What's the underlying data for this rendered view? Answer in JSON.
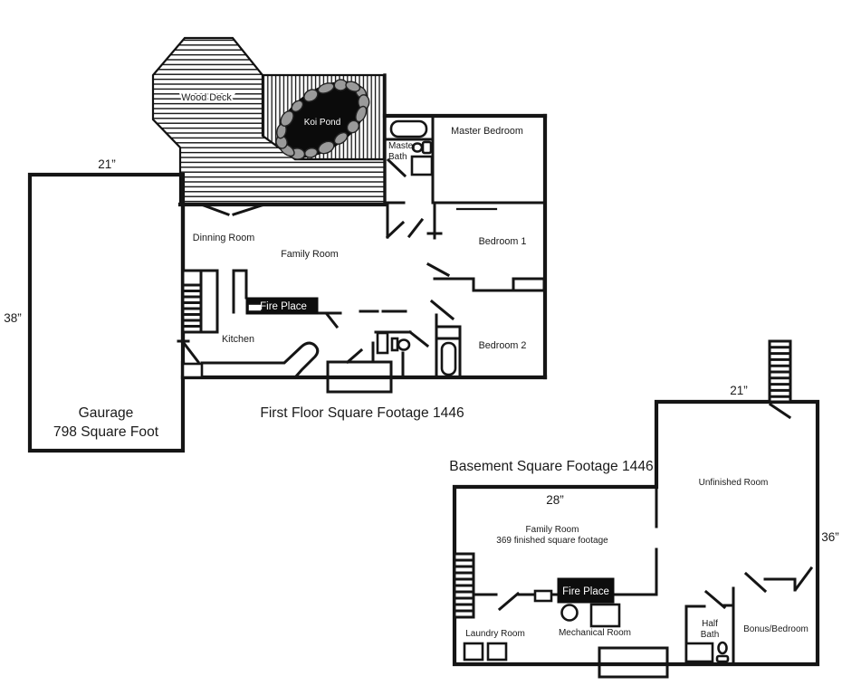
{
  "colors": {
    "wall": "#151515",
    "ink": "#1a1a1a",
    "fireplace_bg": "#0d0d0d",
    "fireplace_text": "#ffffff",
    "pond": "#0b0b0b",
    "stone": "#9a9a9a"
  },
  "first": {
    "deck_label": "Wood Deck",
    "pond_label": "Koi Pond",
    "garage": {
      "name": "Gaurage",
      "area": "798 Square Foot",
      "width": "21”",
      "depth": "38”"
    },
    "rooms": {
      "dinning": "Dinning Room",
      "family": "Family Room",
      "kitchen": "Kitchen",
      "master_bedroom": "Master Bedroom",
      "master_bath_1": "Master",
      "master_bath_2": "Bath",
      "bedroom1": "Bedroom 1",
      "bedroom2": "Bedroom 2"
    },
    "fireplace": "Fire Place",
    "caption": "First Floor Square Footage 1446"
  },
  "basement": {
    "caption": "Basement Square Footage 1446",
    "dims": {
      "family_width": "28”",
      "top_width": "21”",
      "right_height": "36”"
    },
    "rooms": {
      "family_1": "Family Room",
      "family_2": "369 finished square footage",
      "unfinished": "Unfinished Room",
      "laundry": "Laundry Room",
      "mechanical": "Mechanical Room",
      "half_bath_1": "Half",
      "half_bath_2": "Bath",
      "bonus": "Bonus/Bedroom"
    },
    "fireplace": "Fire Place"
  }
}
